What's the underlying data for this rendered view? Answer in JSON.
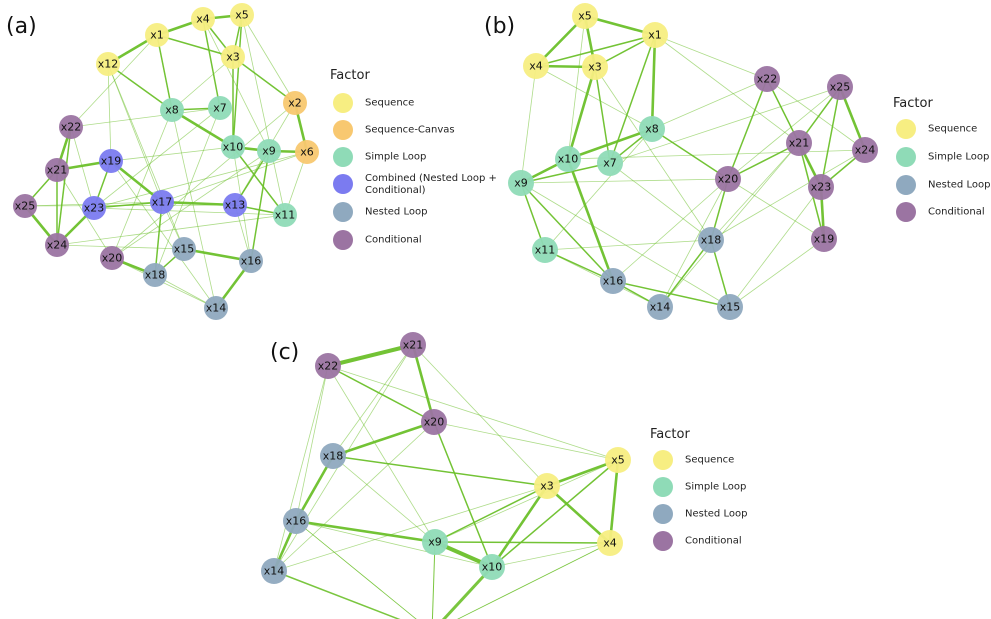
{
  "factor_colors": {
    "Sequence": "#f7ee82",
    "Sequence-Canvas": "#f8c870",
    "Simple Loop": "#8fdbb7",
    "Combined (Nested Loop + Conditional)": "#7b7bf0",
    "Nested Loop": "#8fa9bf",
    "Conditional": "#9b74a2"
  },
  "edge_color": "#6cc02a",
  "panels": [
    {
      "id": "a",
      "label": "(a)",
      "legend": {
        "title": "Factor",
        "items": [
          "Sequence",
          "Sequence-Canvas",
          "Simple Loop",
          "Combined (Nested Loop + Conditional)",
          "Nested Loop",
          "Conditional"
        ]
      },
      "nodes": [
        {
          "id": "x1",
          "factor": "Sequence"
        },
        {
          "id": "x4",
          "factor": "Sequence"
        },
        {
          "id": "x5",
          "factor": "Sequence"
        },
        {
          "id": "x3",
          "factor": "Sequence"
        },
        {
          "id": "x12",
          "factor": "Sequence"
        },
        {
          "id": "x2",
          "factor": "Sequence-Canvas"
        },
        {
          "id": "x6",
          "factor": "Sequence-Canvas"
        },
        {
          "id": "x8",
          "factor": "Simple Loop"
        },
        {
          "id": "x7",
          "factor": "Simple Loop"
        },
        {
          "id": "x10",
          "factor": "Simple Loop"
        },
        {
          "id": "x9",
          "factor": "Simple Loop"
        },
        {
          "id": "x11",
          "factor": "Simple Loop"
        },
        {
          "id": "x19",
          "factor": "Combined (Nested Loop + Conditional)"
        },
        {
          "id": "x23",
          "factor": "Combined (Nested Loop + Conditional)"
        },
        {
          "id": "x17",
          "factor": "Combined (Nested Loop + Conditional)"
        },
        {
          "id": "x13",
          "factor": "Combined (Nested Loop + Conditional)"
        },
        {
          "id": "x15",
          "factor": "Nested Loop"
        },
        {
          "id": "x18",
          "factor": "Nested Loop"
        },
        {
          "id": "x16",
          "factor": "Nested Loop"
        },
        {
          "id": "x14",
          "factor": "Nested Loop"
        },
        {
          "id": "x22",
          "factor": "Conditional"
        },
        {
          "id": "x21",
          "factor": "Conditional"
        },
        {
          "id": "x25",
          "factor": "Conditional"
        },
        {
          "id": "x24",
          "factor": "Conditional"
        },
        {
          "id": "x20",
          "factor": "Conditional"
        }
      ],
      "edges": [
        [
          "x1",
          "x4",
          3
        ],
        [
          "x4",
          "x5",
          3
        ],
        [
          "x1",
          "x12",
          3
        ],
        [
          "x1",
          "x3",
          2
        ],
        [
          "x3",
          "x2",
          2
        ],
        [
          "x2",
          "x6",
          3
        ],
        [
          "x10",
          "x9",
          3
        ],
        [
          "x9",
          "x6",
          3
        ],
        [
          "x8",
          "x10",
          3
        ],
        [
          "x8",
          "x7",
          2
        ],
        [
          "x21",
          "x19",
          3
        ],
        [
          "x23",
          "x17",
          2
        ],
        [
          "x17",
          "x13",
          3
        ],
        [
          "x13",
          "x11",
          2
        ],
        [
          "x19",
          "x17",
          3
        ],
        [
          "x22",
          "x21",
          3
        ],
        [
          "x21",
          "x25",
          2
        ],
        [
          "x25",
          "x24",
          3
        ],
        [
          "x24",
          "x23",
          3
        ],
        [
          "x23",
          "x19",
          2
        ],
        [
          "x20",
          "x18",
          3
        ],
        [
          "x15",
          "x16",
          3
        ],
        [
          "x16",
          "x14",
          3
        ],
        [
          "x18",
          "x15",
          2
        ],
        [
          "x10",
          "x11",
          2
        ],
        [
          "x3",
          "x10",
          2
        ],
        [
          "x4",
          "x7",
          2
        ],
        [
          "x1",
          "x8",
          2
        ],
        [
          "x12",
          "x8",
          2
        ],
        [
          "x5",
          "x3",
          2
        ],
        [
          "x9",
          "x16",
          2
        ],
        [
          "x17",
          "x18",
          2
        ],
        [
          "x22",
          "x24",
          2
        ],
        [
          "x21",
          "x24",
          2
        ],
        [
          "x12",
          "x19",
          1
        ],
        [
          "x12",
          "x17",
          1
        ],
        [
          "x22",
          "x23",
          1
        ],
        [
          "x21",
          "x20",
          1
        ],
        [
          "x25",
          "x17",
          1
        ],
        [
          "x5",
          "x10",
          2
        ],
        [
          "x4",
          "x3",
          2
        ],
        [
          "x7",
          "x18",
          1
        ],
        [
          "x8",
          "x20",
          1
        ],
        [
          "x13",
          "x9",
          2
        ],
        [
          "x13",
          "x16",
          1
        ],
        [
          "x17",
          "x15",
          1
        ],
        [
          "x20",
          "x14",
          1
        ],
        [
          "x18",
          "x14",
          1
        ],
        [
          "x6",
          "x11",
          1
        ],
        [
          "x6",
          "x17",
          1
        ],
        [
          "x2",
          "x13",
          1
        ],
        [
          "x1",
          "x22",
          1
        ],
        [
          "x3",
          "x8",
          1
        ],
        [
          "x5",
          "x2",
          1
        ],
        [
          "x4",
          "x9",
          1
        ],
        [
          "x10",
          "x16",
          1
        ],
        [
          "x8",
          "x14",
          1
        ],
        [
          "x7",
          "x23",
          1
        ],
        [
          "x9",
          "x20",
          1
        ],
        [
          "x22",
          "x7",
          1
        ],
        [
          "x25",
          "x13",
          1
        ],
        [
          "x24",
          "x15",
          1
        ],
        [
          "x23",
          "x11",
          1
        ],
        [
          "x19",
          "x14",
          1
        ],
        [
          "x12",
          "x15",
          1
        ],
        [
          "x5",
          "x11",
          1
        ],
        [
          "x2",
          "x20",
          1
        ],
        [
          "x6",
          "x23",
          1
        ],
        [
          "x11",
          "x24",
          1
        ],
        [
          "x10",
          "x19",
          1
        ]
      ]
    },
    {
      "id": "b",
      "label": "(b)",
      "legend": {
        "title": "Factor",
        "items": [
          "Sequence",
          "Simple Loop",
          "Nested Loop",
          "Conditional"
        ]
      },
      "nodes": [
        {
          "id": "x5",
          "factor": "Sequence"
        },
        {
          "id": "x1",
          "factor": "Sequence"
        },
        {
          "id": "x4",
          "factor": "Sequence"
        },
        {
          "id": "x3",
          "factor": "Sequence"
        },
        {
          "id": "x8",
          "factor": "Simple Loop"
        },
        {
          "id": "x10",
          "factor": "Simple Loop"
        },
        {
          "id": "x7",
          "factor": "Simple Loop"
        },
        {
          "id": "x9",
          "factor": "Simple Loop"
        },
        {
          "id": "x11",
          "factor": "Simple Loop"
        },
        {
          "id": "x18",
          "factor": "Nested Loop"
        },
        {
          "id": "x16",
          "factor": "Nested Loop"
        },
        {
          "id": "x14",
          "factor": "Nested Loop"
        },
        {
          "id": "x15",
          "factor": "Nested Loop"
        },
        {
          "id": "x22",
          "factor": "Conditional"
        },
        {
          "id": "x25",
          "factor": "Conditional"
        },
        {
          "id": "x21",
          "factor": "Conditional"
        },
        {
          "id": "x24",
          "factor": "Conditional"
        },
        {
          "id": "x20",
          "factor": "Conditional"
        },
        {
          "id": "x23",
          "factor": "Conditional"
        },
        {
          "id": "x19",
          "factor": "Conditional"
        }
      ],
      "edges": [
        [
          "x5",
          "x1",
          3
        ],
        [
          "x5",
          "x4",
          3
        ],
        [
          "x4",
          "x3",
          3
        ],
        [
          "x5",
          "x3",
          3
        ],
        [
          "x1",
          "x3",
          2
        ],
        [
          "x4",
          "x1",
          2
        ],
        [
          "x3",
          "x10",
          3
        ],
        [
          "x1",
          "x8",
          3
        ],
        [
          "x8",
          "x10",
          3
        ],
        [
          "x8",
          "x7",
          2
        ],
        [
          "x10",
          "x9",
          3
        ],
        [
          "x9",
          "x7",
          2
        ],
        [
          "x9",
          "x11",
          2
        ],
        [
          "x11",
          "x16",
          2
        ],
        [
          "x10",
          "x16",
          3
        ],
        [
          "x16",
          "x14",
          2
        ],
        [
          "x16",
          "x15",
          2
        ],
        [
          "x18",
          "x15",
          2
        ],
        [
          "x18",
          "x14",
          2
        ],
        [
          "x20",
          "x18",
          2
        ],
        [
          "x22",
          "x21",
          2
        ],
        [
          "x25",
          "x21",
          2
        ],
        [
          "x25",
          "x24",
          3
        ],
        [
          "x21",
          "x23",
          3
        ],
        [
          "x24",
          "x23",
          2
        ],
        [
          "x23",
          "x19",
          3
        ],
        [
          "x21",
          "x19",
          2
        ],
        [
          "x22",
          "x20",
          2
        ],
        [
          "x20",
          "x21",
          2
        ],
        [
          "x8",
          "x20",
          2
        ],
        [
          "x7",
          "x18",
          1
        ],
        [
          "x1",
          "x7",
          2
        ],
        [
          "x25",
          "x23",
          2
        ],
        [
          "x20",
          "x14",
          1
        ],
        [
          "x4",
          "x9",
          1
        ],
        [
          "x3",
          "x7",
          2
        ],
        [
          "x5",
          "x10",
          1
        ],
        [
          "x9",
          "x16",
          2
        ],
        [
          "x11",
          "x14",
          1
        ],
        [
          "x18",
          "x21",
          1
        ],
        [
          "x22",
          "x24",
          1
        ],
        [
          "x25",
          "x20",
          1
        ],
        [
          "x1",
          "x22",
          1
        ],
        [
          "x8",
          "x22",
          1
        ],
        [
          "x7",
          "x25",
          1
        ],
        [
          "x10",
          "x24",
          1
        ],
        [
          "x9",
          "x20",
          1
        ],
        [
          "x11",
          "x18",
          1
        ],
        [
          "x16",
          "x20",
          1
        ],
        [
          "x15",
          "x19",
          1
        ],
        [
          "x15",
          "x23",
          1
        ],
        [
          "x14",
          "x21",
          1
        ],
        [
          "x18",
          "x24",
          1
        ],
        [
          "x4",
          "x8",
          1
        ],
        [
          "x3",
          "x18",
          1
        ],
        [
          "x1",
          "x21",
          1
        ],
        [
          "x11",
          "x8",
          1
        ],
        [
          "x9",
          "x15",
          1
        ],
        [
          "x20",
          "x19",
          1
        ],
        [
          "x22",
          "x23",
          1
        ]
      ]
    },
    {
      "id": "c",
      "label": "(c)",
      "legend": {
        "title": "Factor",
        "items": [
          "Sequence",
          "Simple Loop",
          "Nested Loop",
          "Conditional"
        ]
      },
      "nodes": [
        {
          "id": "x21",
          "factor": "Conditional"
        },
        {
          "id": "x22",
          "factor": "Conditional"
        },
        {
          "id": "x20",
          "factor": "Conditional"
        },
        {
          "id": "x18",
          "factor": "Nested Loop"
        },
        {
          "id": "x16",
          "factor": "Nested Loop"
        },
        {
          "id": "x14",
          "factor": "Nested Loop"
        },
        {
          "id": "x9",
          "factor": "Simple Loop"
        },
        {
          "id": "x10",
          "factor": "Simple Loop"
        },
        {
          "id": "x5",
          "factor": "Sequence"
        },
        {
          "id": "x3",
          "factor": "Sequence"
        },
        {
          "id": "x4",
          "factor": "Sequence"
        }
      ],
      "edges": [
        [
          "x22",
          "x21",
          4
        ],
        [
          "x21",
          "x20",
          3
        ],
        [
          "x20",
          "x18",
          3
        ],
        [
          "x18",
          "x16",
          3
        ],
        [
          "x16",
          "x14",
          3
        ],
        [
          "x22",
          "x16",
          1
        ],
        [
          "x22",
          "x14",
          1
        ],
        [
          "x21",
          "x14",
          1
        ],
        [
          "x21",
          "x18",
          1
        ],
        [
          "x16",
          "x9",
          3
        ],
        [
          "x9",
          "x10",
          4
        ],
        [
          "x10",
          "x3",
          3
        ],
        [
          "x3",
          "x5",
          3
        ],
        [
          "x3",
          "x4",
          3
        ],
        [
          "x5",
          "x4",
          3
        ],
        [
          "x9",
          "x4",
          2
        ],
        [
          "x18",
          "x3",
          2
        ],
        [
          "x20",
          "x10",
          2
        ],
        [
          "x5",
          "x10",
          2
        ],
        [
          "x9",
          "x3",
          2
        ],
        [
          "x9",
          "x5",
          1
        ],
        [
          "x22",
          "x20",
          2
        ],
        [
          "x22",
          "x5",
          1
        ],
        [
          "x21",
          "x3",
          1
        ],
        [
          "x20",
          "x5",
          1
        ],
        [
          "x14",
          "x3",
          1
        ],
        [
          "x16",
          "x10",
          1
        ],
        [
          "x18",
          "x9",
          1
        ],
        [
          "x4",
          "x10",
          1
        ],
        [
          "x22",
          "x9",
          1
        ],
        [
          "x20",
          "x14",
          1
        ]
      ]
    }
  ]
}
